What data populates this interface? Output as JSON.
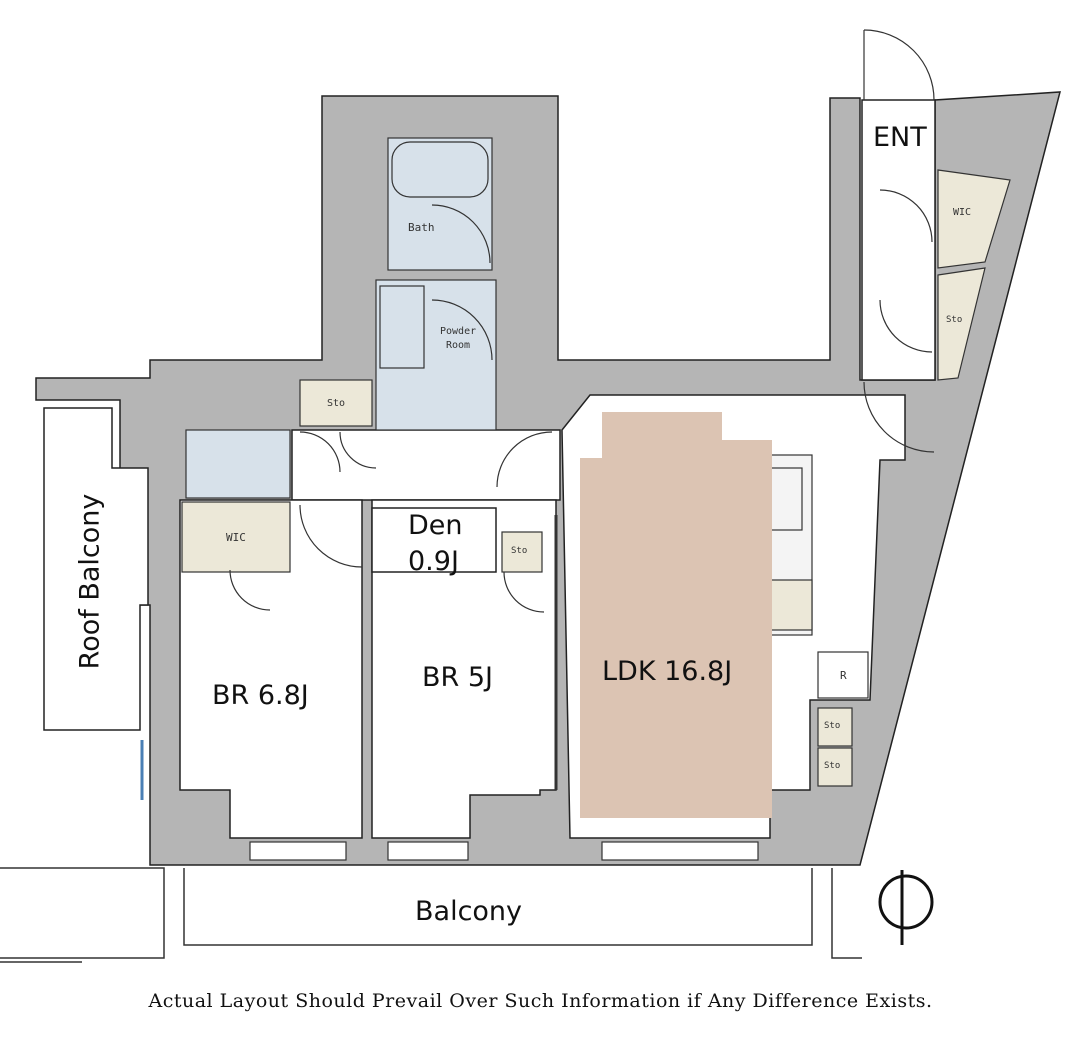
{
  "rooms": {
    "roof_balcony": "Roof Balcony",
    "br1": "BR 6.8J",
    "br2": "BR 5J",
    "den_name": "Den",
    "den_size": "0.9J",
    "ldk": "LDK 16.8J",
    "balcony": "Balcony",
    "entrance": "ENT"
  },
  "small_labels": {
    "bath": "Bath",
    "powder_room_1": "Powder",
    "powder_room_2": "Room",
    "wic_left": "WIC",
    "wic_right": "WIC",
    "storage_toilet": "Sto",
    "storage_ent": "Sto",
    "storage_den": "Sto",
    "fridge": "R",
    "storage_k1": "Sto",
    "storage_k2": "Sto"
  },
  "disclaimer": "Actual Layout Should Prevail Over Such Information if Any Difference Exists.",
  "colors": {
    "wall": "#b5b5b5",
    "wet_area": "#d7e1ea",
    "storage": "#ece8d8",
    "ldk_fill": "#dcc4b3",
    "line": "#222222",
    "thin_line": "#444444"
  }
}
